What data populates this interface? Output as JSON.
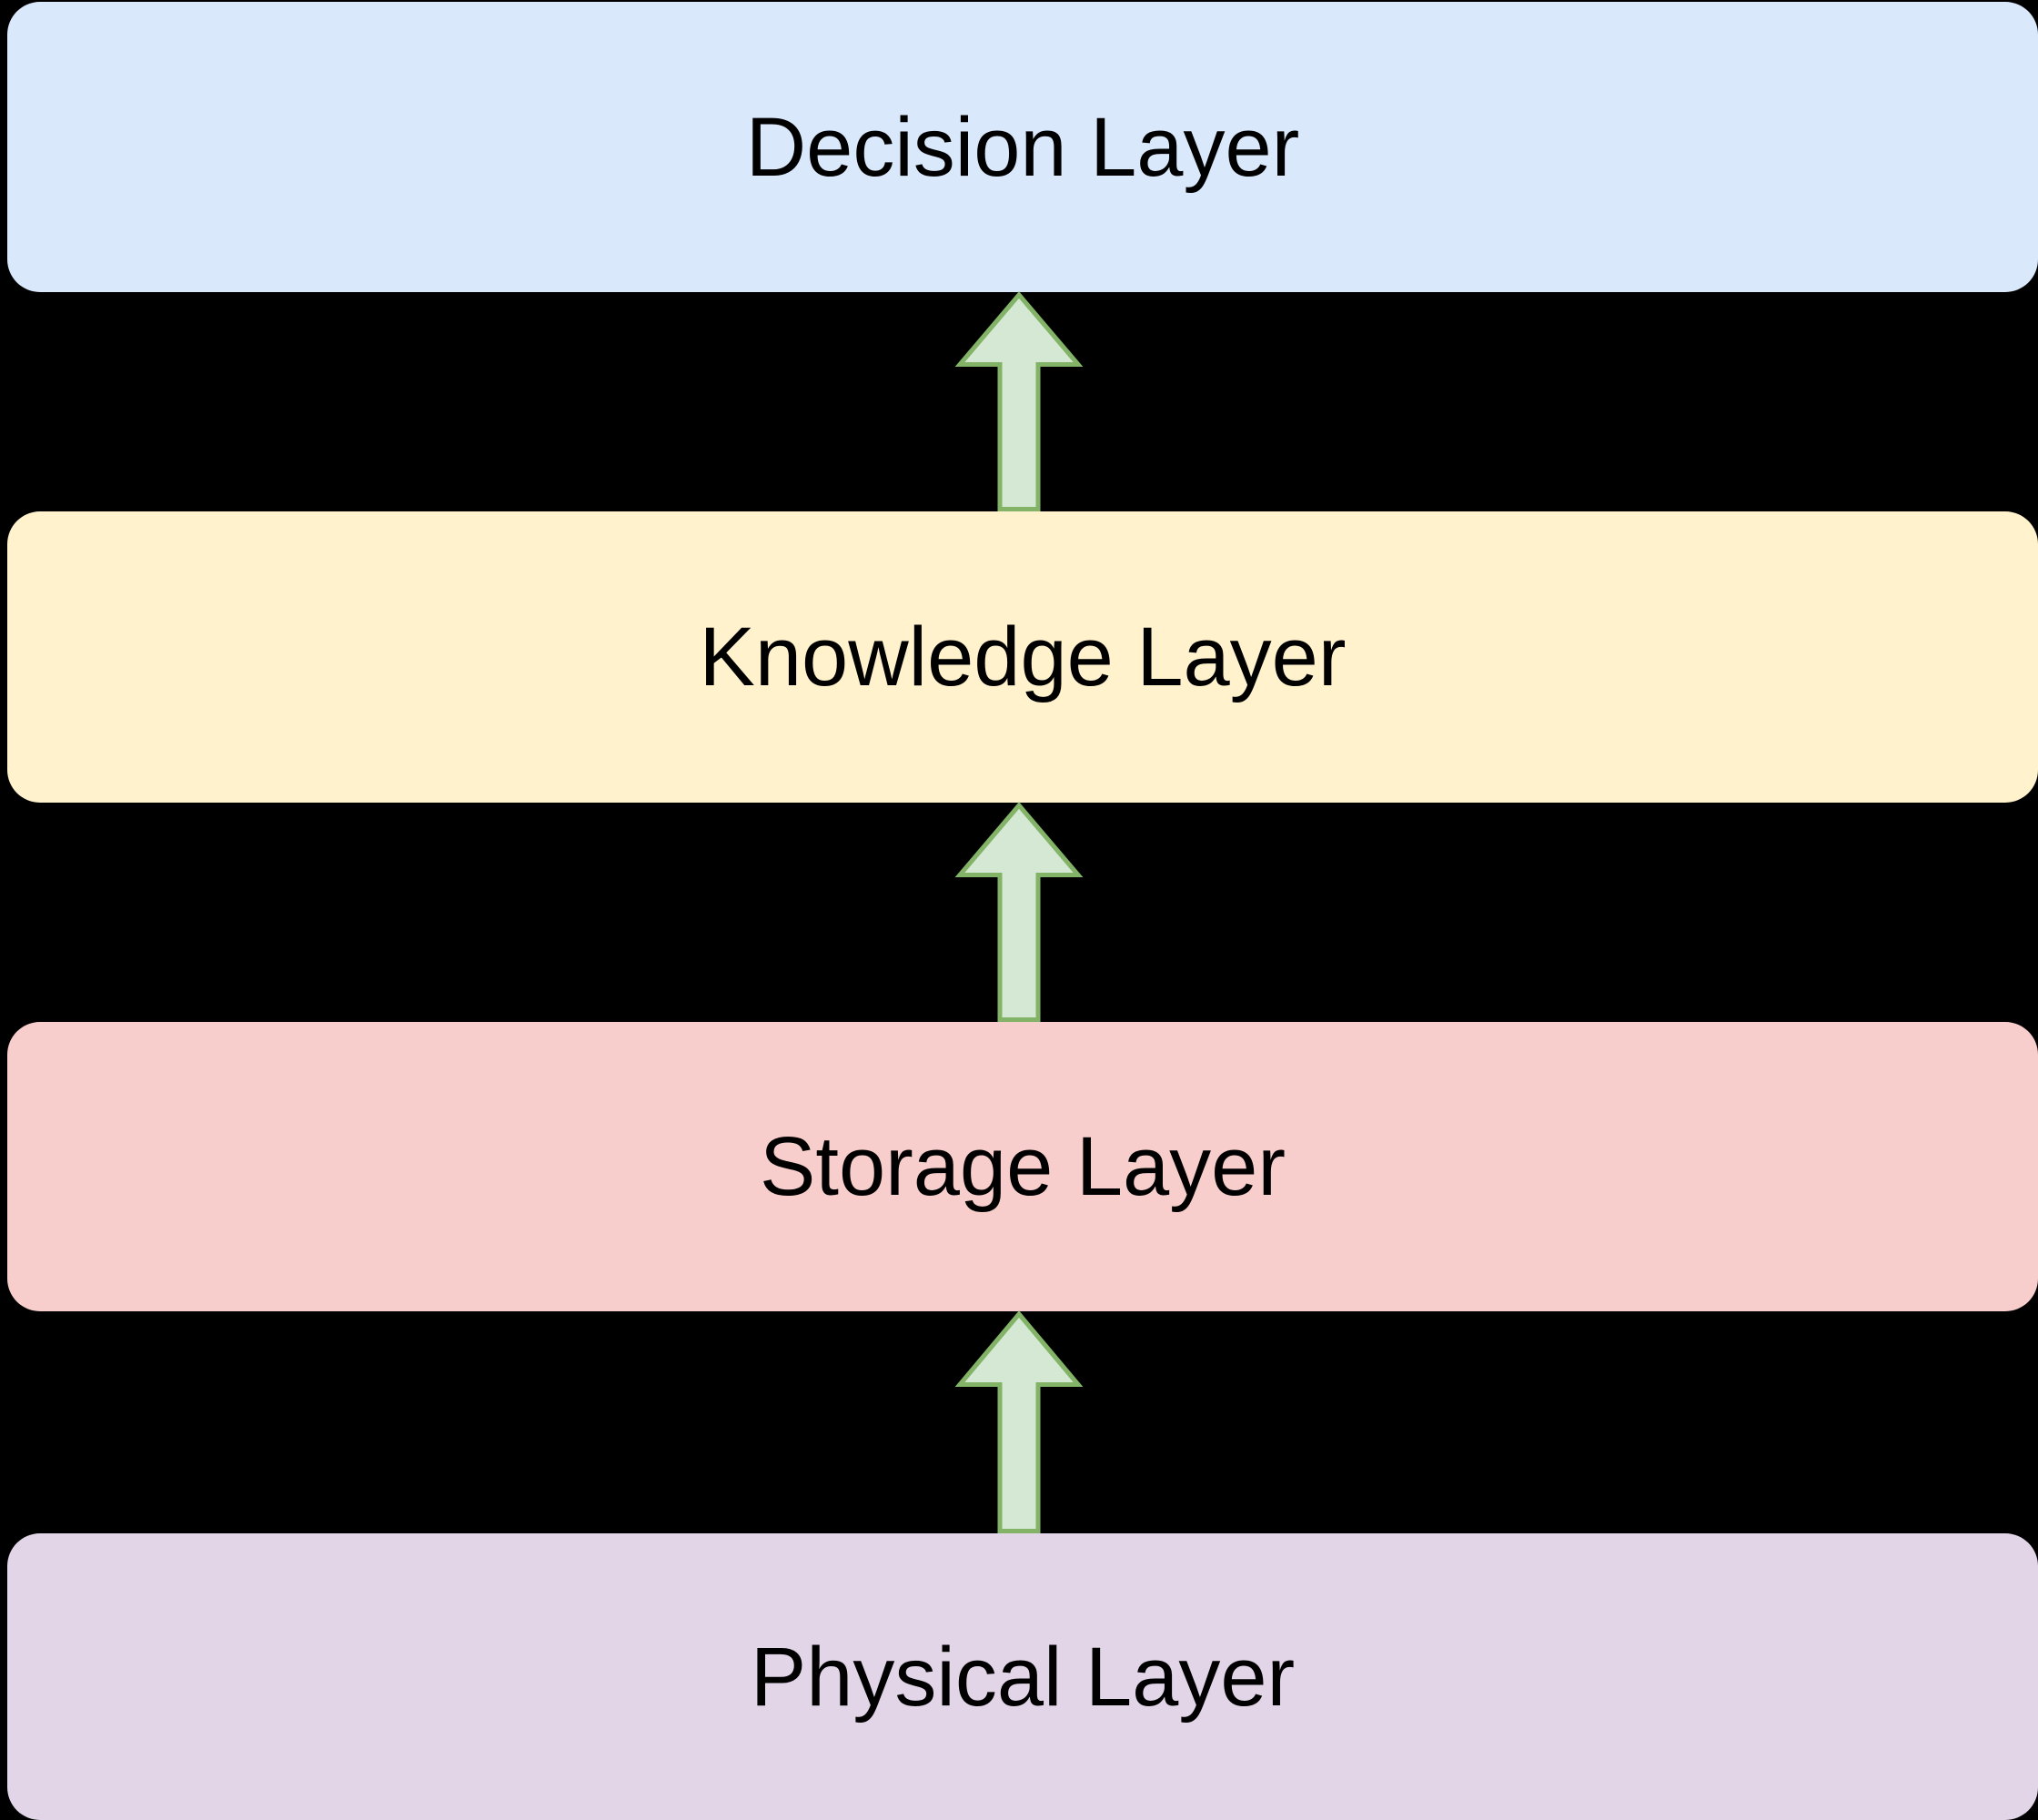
{
  "diagram": {
    "type": "layered-architecture",
    "background_color": "#000000",
    "text_color": "#000000",
    "layers": [
      {
        "label": "Decision Layer",
        "fill": "#dae8fc"
      },
      {
        "label": "Knowledge Layer",
        "fill": "#fff2cc"
      },
      {
        "label": "Storage Layer",
        "fill": "#f8cecc"
      },
      {
        "label": "Physical Layer",
        "fill": "#e1d5e7"
      }
    ],
    "arrows": [
      {
        "from": "Knowledge Layer",
        "to": "Decision Layer",
        "direction": "up"
      },
      {
        "from": "Storage Layer",
        "to": "Knowledge Layer",
        "direction": "up"
      },
      {
        "from": "Physical Layer",
        "to": "Storage Layer",
        "direction": "up"
      }
    ],
    "arrow_style": {
      "fill": "#d5e8d4",
      "stroke": "#82b366",
      "stroke_width": 5
    }
  }
}
